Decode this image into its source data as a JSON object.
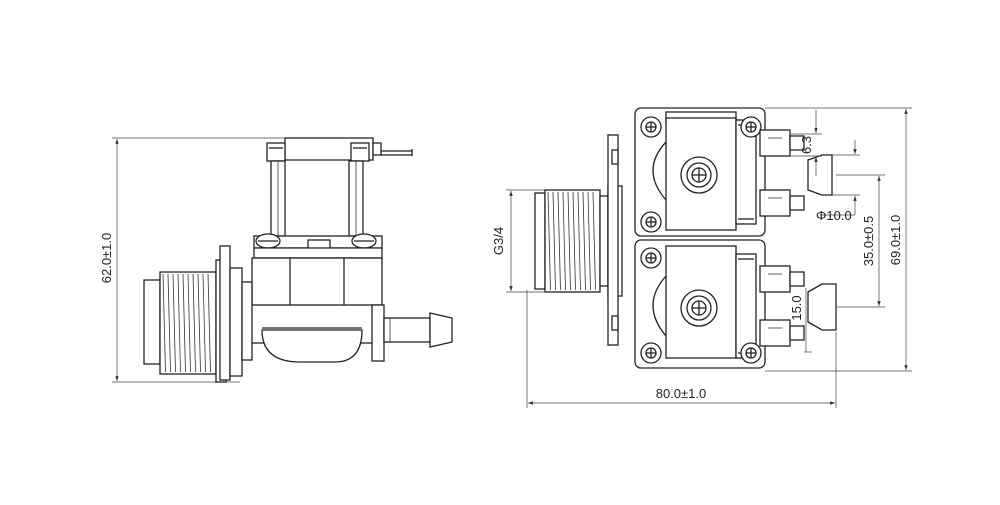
{
  "diagram": {
    "side_view": {
      "height_dim": "62.0±1.0"
    },
    "front_view": {
      "thread_label": "G3/4",
      "terminal_dim": "6.3",
      "hose_diameter_dim": "Φ10.0",
      "outlet_pitch_dim": "35.0±0.5",
      "total_height_dim": "69.0±1.0",
      "outlet_offset_dim": "15.0",
      "width_dim": "80.0±1.0"
    }
  }
}
